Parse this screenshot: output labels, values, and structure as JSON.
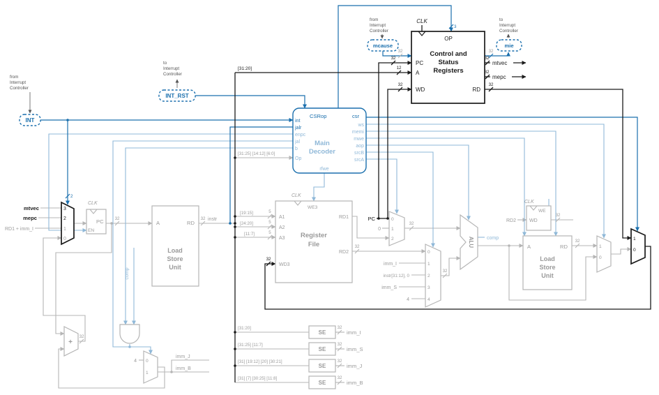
{
  "colors": {
    "active": "#1a1a1a",
    "blue": "#1a6fad",
    "blue_light": "#8fb8d8",
    "gray": "#b5b5b5",
    "gray_text": "#9a9a9a"
  },
  "w": {
    "w32": "32",
    "w12": "12",
    "w5": "5",
    "w3": "3",
    "w2": "2"
  },
  "ic": {
    "from": [
      "from",
      "Interrupt",
      "Controller"
    ],
    "to": [
      "to",
      "Interrupt",
      "Controller"
    ],
    "mcause": "mcause",
    "mie": "mie",
    "int": "INT",
    "int_rst": "INT_RST"
  },
  "csr": {
    "clk": "CLK",
    "op": "OP",
    "title": [
      "Control and",
      "Status",
      "Registers"
    ],
    "pc": "PC",
    "a": "A",
    "wd": "WD",
    "rd": "RD",
    "mtvec": "mtvec",
    "mepc": "mepc"
  },
  "dec": {
    "csrop": "CSRop",
    "csr": "csr",
    "in": [
      "int",
      "jalr",
      "enpc",
      "jal",
      "b"
    ],
    "op": "Op",
    "opbits": "[31:25] [14:12] [6:0]",
    "title": [
      "Main",
      "Decoder"
    ],
    "out": [
      "ws",
      "memi",
      "mwe",
      "aop",
      "srcB",
      "srcA"
    ],
    "rfwe": "rfwe"
  },
  "pcmux": {
    "p": [
      "3",
      "2",
      "1",
      "0"
    ],
    "mtvec": "mtvec",
    "mepc": "mepc",
    "rd1imm": "RD1 + imm_I"
  },
  "pcreg": {
    "clk": "CLK",
    "en": "EN",
    "pc": "PC"
  },
  "lsu": {
    "a": "A",
    "rd": "RD",
    "title": [
      "Load",
      "Store",
      "Unit"
    ]
  },
  "instr": {
    "label": "instr",
    "b3120": "[31:20]",
    "b1915": "[19:15]",
    "b2420": "[24:20]",
    "b117": "[11:7]"
  },
  "rf": {
    "clk": "CLK",
    "we3": "WE3",
    "a1": "A1",
    "a2": "A2",
    "a3": "A3",
    "wd3": "WD3",
    "rd1": "RD1",
    "rd2": "RD2",
    "title": [
      "Register",
      "File"
    ]
  },
  "amux": {
    "pc": "PC",
    "zero": "0",
    "p": [
      "0",
      "1",
      "2"
    ]
  },
  "bmux": {
    "p": [
      "0",
      "1",
      "2",
      "3",
      "4"
    ],
    "imm_i": "imm_I",
    "instr_imm": "instr[31:12], 0",
    "imm_s": "imm_S",
    "four": "4"
  },
  "alu": {
    "name": "ALU",
    "comp": "comp"
  },
  "mreg": {
    "clk": "CLK",
    "we": "WE",
    "wd": "WD",
    "rd2": "RD2"
  },
  "wbmux": {
    "p1": "1",
    "p0": "0"
  },
  "csrmux": {
    "p1": "1",
    "p0": "0"
  },
  "br": {
    "plus": "+",
    "comp": "comp",
    "four": "4",
    "p0": "0",
    "p1": "1",
    "imm_j": "imm_J",
    "imm_b": "imm_B"
  },
  "se": {
    "label": "SE",
    "rows": [
      {
        "bits": "[31:20]",
        "out": "imm_I"
      },
      {
        "bits": "[31:25] [11:7]",
        "out": "imm_S"
      },
      {
        "bits": "[31] [19:12] [20] [30:21]",
        "out": "imm_J"
      },
      {
        "bits": "[31] [7] [30:25] [11:8]",
        "out": "imm_B"
      }
    ]
  }
}
